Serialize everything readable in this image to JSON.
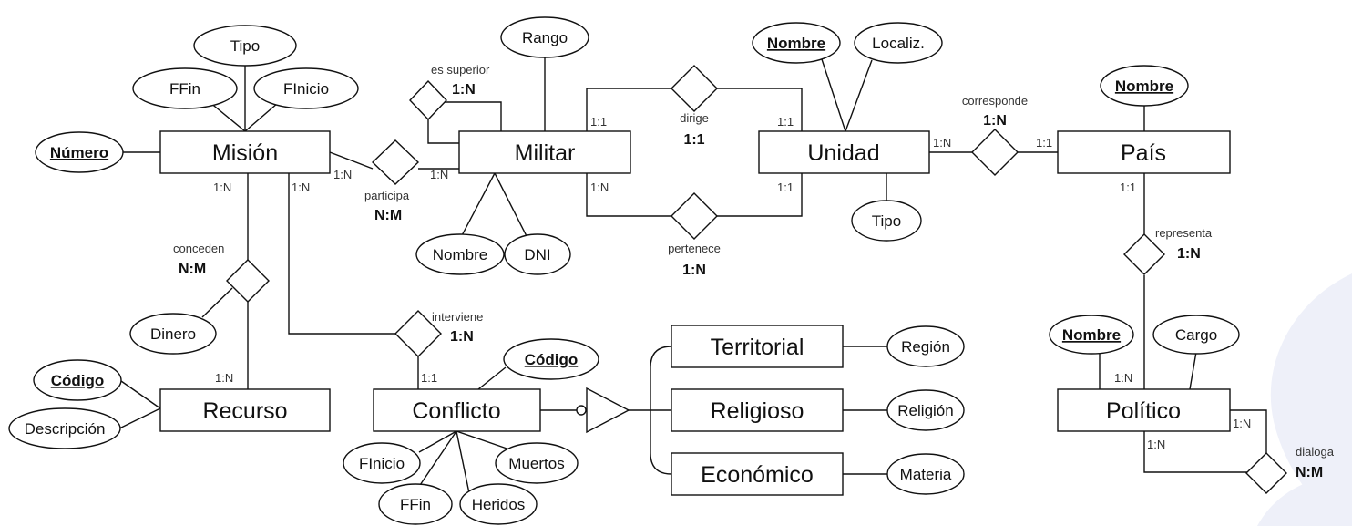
{
  "entities": {
    "mision": "Misión",
    "militar": "Militar",
    "unidad": "Unidad",
    "pais": "País",
    "recurso": "Recurso",
    "conflicto": "Conflicto",
    "territorial": "Territorial",
    "religioso": "Religioso",
    "economico": "Económico",
    "politico": "Político"
  },
  "attributes": {
    "mision_tipo": "Tipo",
    "mision_ffin": "FFin",
    "mision_finicio": "FInicio",
    "mision_numero": "Número",
    "militar_rango": "Rango",
    "militar_nombre": "Nombre",
    "militar_dni": "DNI",
    "unidad_nombre": "Nombre",
    "unidad_localiz": "Localiz.",
    "unidad_tipo": "Tipo",
    "pais_nombre": "Nombre",
    "recurso_dinero": "Dinero",
    "recurso_codigo": "Código",
    "recurso_descripcion": "Descripción",
    "conflicto_codigo": "Código",
    "conflicto_finicio": "FInicio",
    "conflicto_ffin": "FFin",
    "conflicto_heridos": "Heridos",
    "conflicto_muertos": "Muertos",
    "territorial_region": "Región",
    "religioso_religion": "Religión",
    "economico_materia": "Materia",
    "politico_nombre": "Nombre",
    "politico_cargo": "Cargo"
  },
  "relationships": {
    "es_superior": {
      "name": "es superior",
      "card": "1:N"
    },
    "participa": {
      "name": "participa",
      "card": "N:M"
    },
    "dirige": {
      "name": "dirige",
      "card": "1:1"
    },
    "pertenece": {
      "name": "pertenece",
      "card": "1:N"
    },
    "corresponde": {
      "name": "corresponde",
      "card": "1:N"
    },
    "conceden": {
      "name": "conceden",
      "card": "N:M"
    },
    "interviene": {
      "name": "interviene",
      "card": "1:N"
    },
    "representa": {
      "name": "representa",
      "card": "1:N"
    },
    "dialoga": {
      "name": "dialoga",
      "card": "N:M"
    }
  },
  "cardinalities": {
    "mision_participa": "1:N",
    "militar_participa": "1:N",
    "mision_conceden": "1:N",
    "mision_interviene": "1:N",
    "recurso_conceden": "1:N",
    "militar_dirige": "1:1",
    "unidad_dirige": "1:1",
    "militar_pertenece": "1:N",
    "unidad_pertenece": "1:1",
    "unidad_corresponde": "1:N",
    "pais_corresponde": "1:1",
    "pais_representa": "1:1",
    "conflicto_interviene": "1:1",
    "politico_representa": "1:N",
    "politico_dialoga_a": "1:N",
    "politico_dialoga_b": "1:N"
  },
  "colors": {
    "stroke": "#111111",
    "watermark": "#eef0f9"
  }
}
